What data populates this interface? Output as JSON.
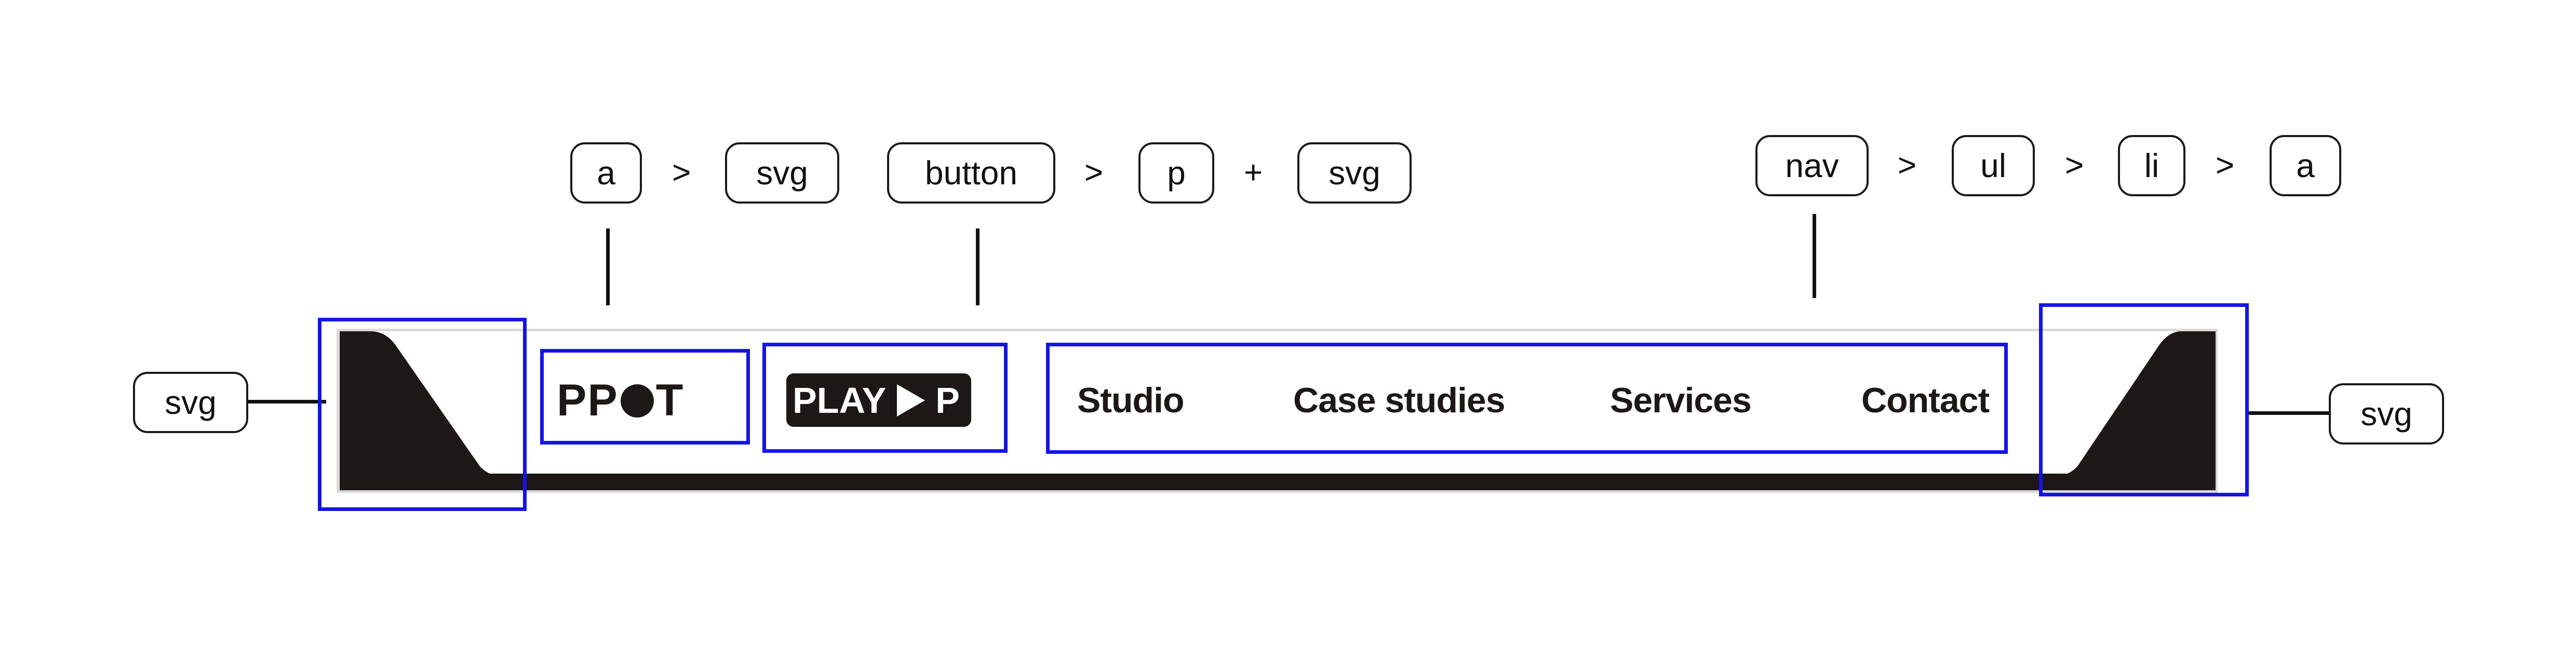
{
  "annotations": {
    "logo_path": {
      "a": "a",
      "sep1": ">",
      "svg": "svg"
    },
    "button_path": {
      "button": "button",
      "sep1": ">",
      "p": "p",
      "plus": "+",
      "svg": "svg"
    },
    "nav_path": {
      "nav": "nav",
      "sep1": ">",
      "ul": "ul",
      "sep2": ">",
      "li": "li",
      "sep3": ">",
      "a": "a"
    },
    "left_corner": "svg",
    "right_corner": "svg"
  },
  "navbar": {
    "logo": {
      "part1": "PP",
      "part2": "T"
    },
    "play_button": {
      "label": "PLAY",
      "icon": "play-triangle-icon",
      "suffix": "P"
    },
    "links": [
      "Studio",
      "Case studies",
      "Services",
      "Contact"
    ]
  },
  "colors": {
    "highlight": "#1414e6",
    "ink": "#1d1717",
    "navbar_border": "#d9d9d9"
  }
}
